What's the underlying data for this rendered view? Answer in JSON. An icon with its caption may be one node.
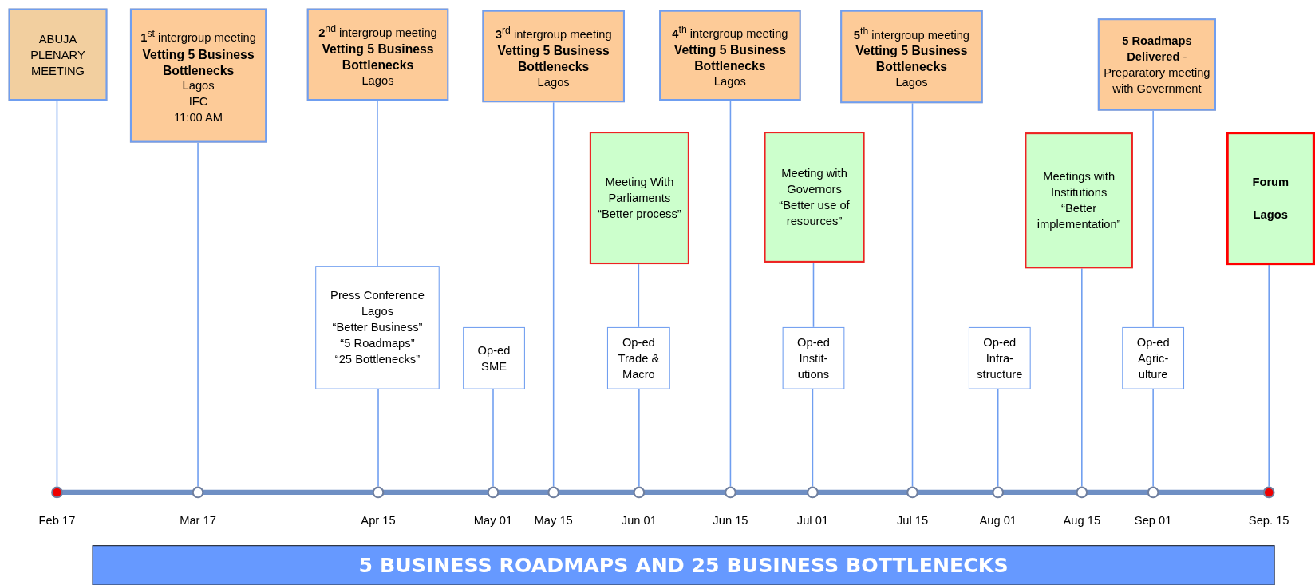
{
  "diagram": {
    "nodes": [
      {
        "text": [
          "ABUJA PLENARY MEETING"
        ]
      },
      {
        "text": [
          "**1**$^{st}$ intergroup meeting",
          "Vetting 5 Business Bottlenecks",
          "Lagos",
          "IFC",
          "11:00 AM"
        ]
      },
      {
        "text": [
          "**2**$^{nd}$ intergroup meeting",
          "Vetting 5 Business Bottlenecks",
          "Lagos"
        ]
      },
      {
        "text": [
          "**3**$^{rd}$ intergroup meeting",
          "Vetting 5 Business Bottlenecks",
          "Lagos"
        ]
      },
      {
        "text": [
          "**4**$^{th}$ intergroup meeting",
          "Vetting 5 Business Bottlenecks",
          "Lagos"
        ]
      },
      {
        "text": [
          "**5**$^{th}$ intergroup meeting",
          "Vetting 5 Business Bottlenecks",
          "Lagos"
        ]
      },
      {
        "text": [
          "**5 Roadmaps Delivered** - Preparatory meeting with Government"
        ]
      },
      {
        "text": [
          "Meeting With Parliaments",
          "“Better process”"
        ]
      },
      {
        "text": [
          "Meeting with Governors",
          "“Better use of resources”"
        ]
      },
      {
        "text": [
          "Meetings with Institutions",
          "“Better implementation”"
        ]
      },
      {
        "text": [
          "Forum",
          "Lagos"
        ]
      },
      {
        "text": [
          "Press Conference",
          "Lagos",
          "“Better Business”",
          "“5 Roadmaps”",
          "“25 Bottlenecks”"
        ]
      },
      {
        "text": [
          "Op-ed",
          "SME"
        ]
      },
      {
        "text": [
          "Op-ed",
          "Trade & Macro"
        ]
      },
      {
        "text": [
          "Op-ed",
          "Instit-utions"
        ]
      },
      {
        "text": [
          "Op-ed",
          "Infra-structure"
        ]
      },
      {
        "text": [
          "Op-ed",
          "Agric-ulture"
        ]
      },
      {
        "text": [],
        "shape": "circle",
        "beside": [
          "Feb 17"
        ]
      },
      {
        "text": [],
        "shape": "circle",
        "beside": [
          "Mar 17"
        ]
      },
      {
        "text": [],
        "shape": "circle",
        "beside": [
          "Apr 15"
        ]
      },
      {
        "text": [],
        "shape": "circle",
        "beside": [
          "May 01"
        ]
      },
      {
        "text": [],
        "shape": "circle",
        "beside": [
          "May 15"
        ]
      },
      {
        "text": [],
        "shape": "circle",
        "beside": [
          "Jun 01"
        ]
      },
      {
        "text": [],
        "shape": "circle",
        "beside": [
          "Jun 15"
        ]
      },
      {
        "text": [],
        "shape": "circle",
        "beside": [
          "Jul 01"
        ]
      },
      {
        "text": [],
        "shape": "circle",
        "beside": [
          "Jul 15"
        ]
      },
      {
        "text": [],
        "shape": "circle",
        "beside": [
          "Aug 01"
        ]
      },
      {
        "text": [],
        "shape": "circle",
        "beside": [
          "Aug 15"
        ]
      },
      {
        "text": [],
        "shape": "circle",
        "beside": [
          "Sep 01"
        ]
      },
      {
        "text": [],
        "shape": "circle",
        "beside": [
          "Sep. 15"
        ]
      },
      {
        "text": [
          "5 BUSINESS ROADMAPS AND 25 BUSINESS BOTTLENECKS"
        ]
      }
    ],
    "edges": [
      {
        "from": 0,
        "to": 17,
        "arrow": "none"
      },
      {
        "from": 1,
        "to": 18,
        "arrow": "none"
      },
      {
        "from": 2,
        "to": 11,
        "arrow": "none"
      },
      {
        "from": 11,
        "to": 19,
        "arrow": "none"
      },
      {
        "from": 12,
        "to": 20,
        "arrow": "none"
      },
      {
        "from": 3,
        "to": 21,
        "arrow": "none"
      },
      {
        "from": 7,
        "to": 13,
        "arrow": "none"
      },
      {
        "from": 13,
        "to": 22,
        "arrow": "none"
      },
      {
        "from": 4,
        "to": 23,
        "arrow": "none"
      },
      {
        "from": 8,
        "to": 14,
        "arrow": "none"
      },
      {
        "from": 14,
        "to": 24,
        "arrow": "none"
      },
      {
        "from": 5,
        "to": 25,
        "arrow": "none"
      },
      {
        "from": 15,
        "to": 26,
        "arrow": "none"
      },
      {
        "from": 9,
        "to": 27,
        "arrow": "none"
      },
      {
        "from": 6,
        "to": 16,
        "arrow": "none"
      },
      {
        "from": 16,
        "to": 28,
        "arrow": "none"
      },
      {
        "from": 10,
        "to": 29,
        "arrow": "none"
      }
    ]
  }
}
